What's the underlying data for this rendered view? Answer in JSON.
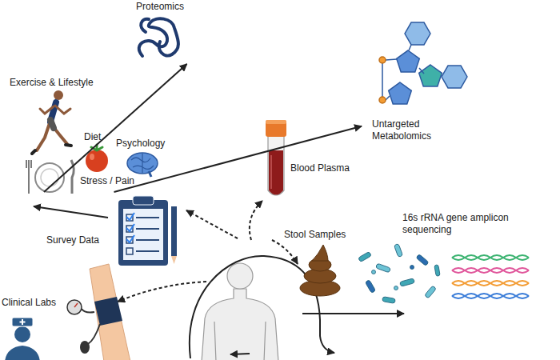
{
  "diagram": {
    "nodes": [
      {
        "text": [
          "Proteomics"
        ]
      },
      {
        "text": [
          "Untargeted Metabolomics"
        ]
      },
      {
        "text": [
          "Exercise & Lifestyle"
        ]
      },
      {
        "text": [
          "Diet"
        ]
      },
      {
        "text": [
          "Psychology"
        ]
      },
      {
        "text": [
          "Stress / Pain"
        ]
      },
      {
        "text": [
          "Survey Data"
        ]
      },
      {
        "text": [
          "Blood Plasma"
        ]
      },
      {
        "text": [
          "Stool Samples"
        ]
      },
      {
        "text": [
          "16s rRNA gene amplicon sequencing"
        ]
      },
      {
        "text": [
          "Clinical Labs"
        ]
      }
    ],
    "edges": [
      {
        "from": 6,
        "to": 0,
        "arrow": "to"
      },
      {
        "from": 6,
        "to": 1,
        "arrow": "to"
      }
    ]
  }
}
